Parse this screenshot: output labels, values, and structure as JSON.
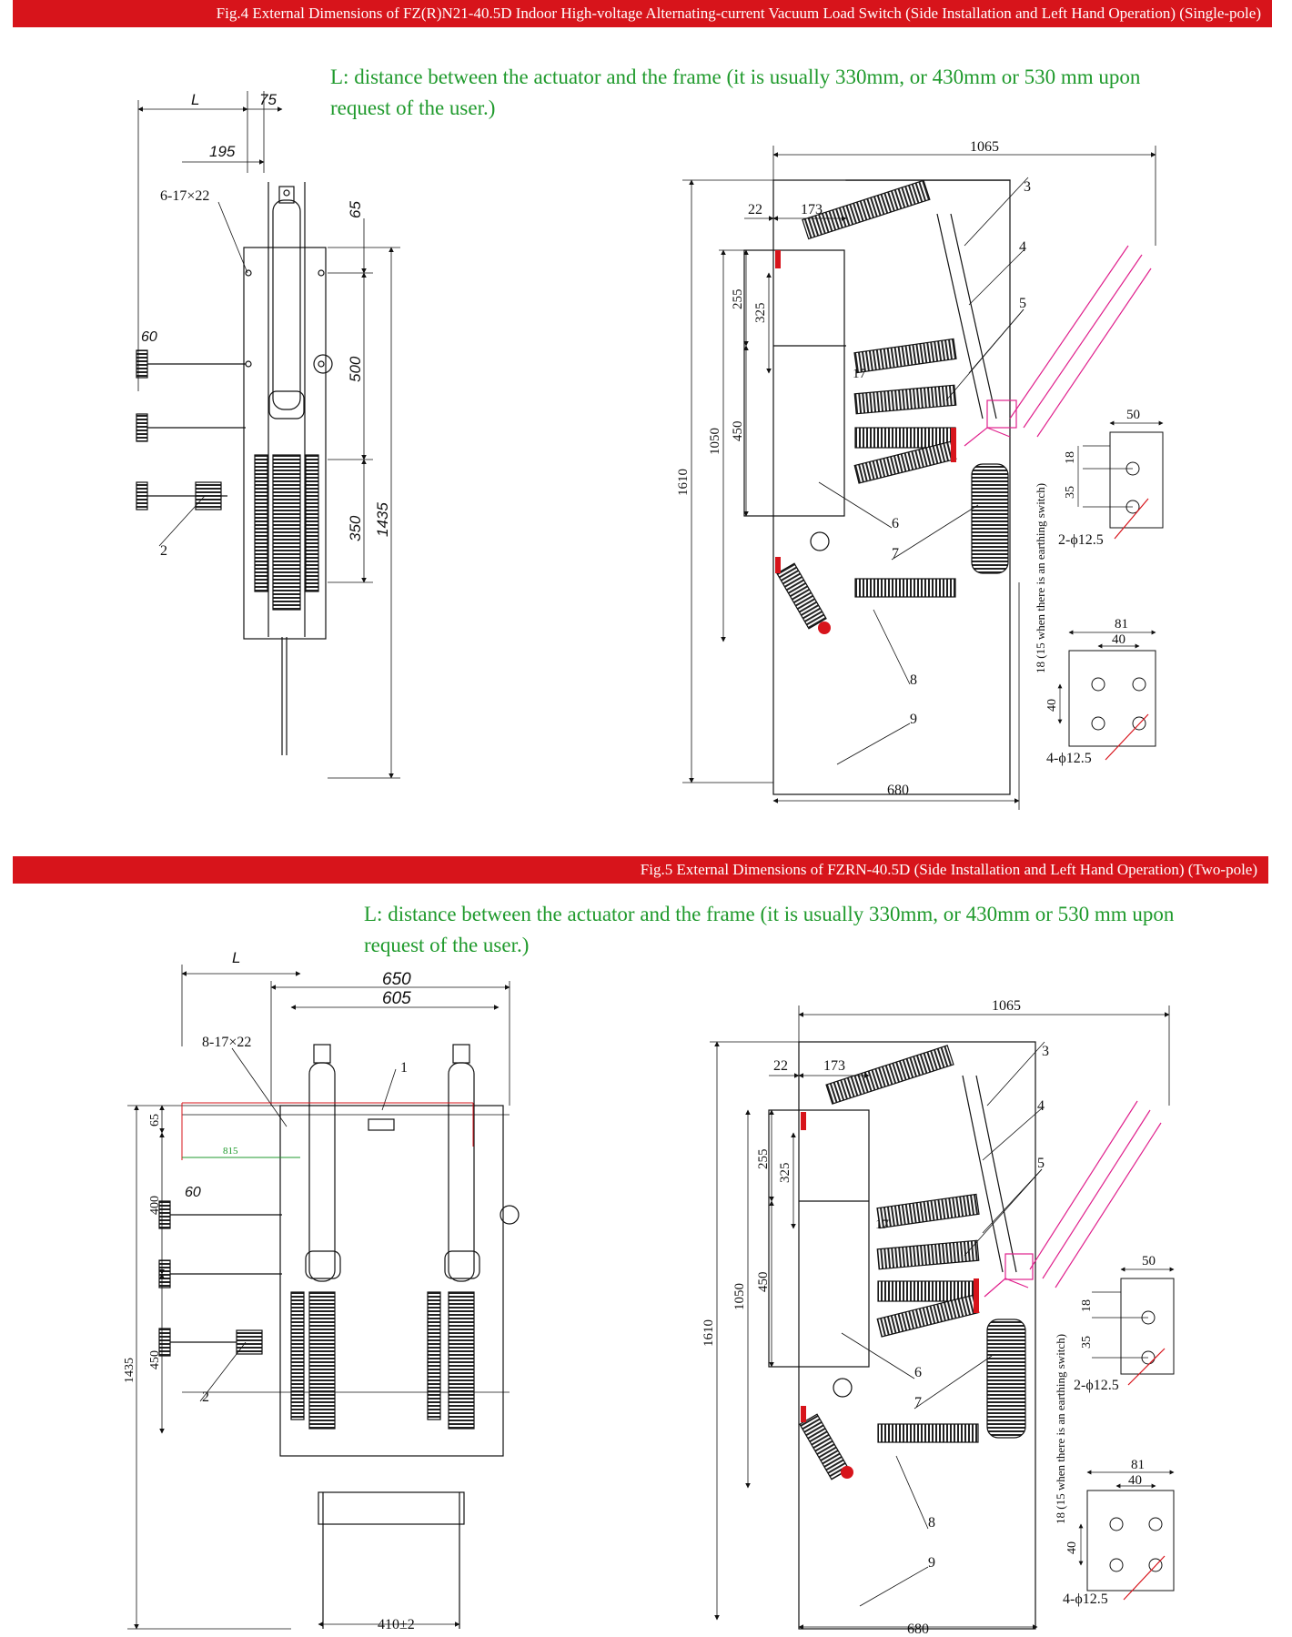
{
  "figures": [
    {
      "caption": "Fig.4 External Dimensions of FZ(R)N21-40.5D Indoor High-voltage Alternating-current Vacuum Load Switch (Side Installation and Left Hand Operation) (Single-pole)",
      "note": "L: distance between the actuator and the frame (it is usually 330mm, or 430mm or 530 mm upon request of the user.)",
      "front_view": {
        "dims": {
          "L": "L",
          "d75": "75",
          "d195": "195",
          "holes": "6-17×22",
          "d65": "65",
          "d60": "60",
          "d500": "500",
          "d350": "350",
          "d1435": "1435"
        },
        "callouts": {
          "c2": "2"
        }
      },
      "side_view": {
        "dims": {
          "d1065": "1065",
          "d22": "22",
          "d173": "173",
          "d255": "255",
          "d325": "325",
          "d17": "17",
          "d450": "450",
          "d1050": "1050",
          "d1610": "1610",
          "d680": "680"
        },
        "callouts": {
          "c3": "3",
          "c4": "4",
          "c5": "5",
          "c6": "6",
          "c7": "7",
          "c8": "8",
          "c9": "9"
        },
        "earth_note": "18 (15 when there is an earthing switch)"
      },
      "terminal_2hole": {
        "d50": "50",
        "d18": "18",
        "d35": "35",
        "holes": "2-ϕ12.5"
      },
      "terminal_4hole": {
        "d81": "81",
        "d40top": "40",
        "d40side": "40",
        "holes": "4-ϕ12.5"
      }
    },
    {
      "caption": "Fig.5 External Dimensions of FZRN-40.5D (Side Installation and Left Hand Operation) (Two-pole)",
      "note": "L: distance between the actuator and the frame (it is usually 330mm, or 430mm or 530 mm upon request of the user.)",
      "front_view": {
        "dims": {
          "L": "L",
          "d650": "650",
          "d605": "605",
          "holes": "8-17×22",
          "d65": "65",
          "d815": "815",
          "d60": "60",
          "d400": "400",
          "d450": "450",
          "d1435": "1435",
          "d410": "410±2"
        },
        "callouts": {
          "c1": "1",
          "c2": "2"
        }
      },
      "side_view": {
        "dims": {
          "d1065": "1065",
          "d22": "22",
          "d173": "173",
          "d255": "255",
          "d325": "325",
          "d17": "17",
          "d450": "450",
          "d1050": "1050",
          "d1610": "1610",
          "d680": "680"
        },
        "callouts": {
          "c3": "3",
          "c4": "4",
          "c5": "5",
          "c6": "6",
          "c7": "7",
          "c8": "8",
          "c9": "9"
        },
        "earth_note": "18 (15 when there is an earthing switch)"
      },
      "terminal_2hole": {
        "d50": "50",
        "d18": "18",
        "d35": "35",
        "holes": "2-ϕ12.5"
      },
      "terminal_4hole": {
        "d81": "81",
        "d40top": "40",
        "d40side": "40",
        "holes": "4-ϕ12.5"
      }
    }
  ],
  "colors": {
    "banner": "#d7141b",
    "note": "#1f9a2c",
    "open_position": "#e0208c",
    "accent_red": "#d7141b",
    "drawing": "#111111"
  }
}
